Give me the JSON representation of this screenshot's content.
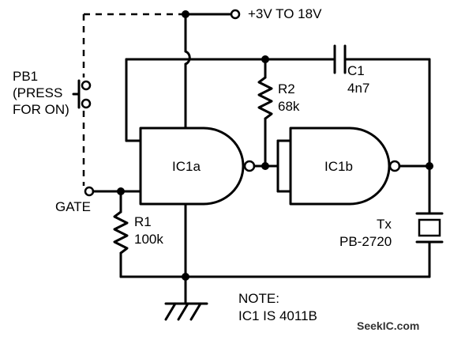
{
  "labels": {
    "supply": "+3V TO 18V",
    "pb1": "PB1",
    "pb1_l2": "(PRESS",
    "pb1_l3": "FOR ON)",
    "gate": "GATE",
    "r1_name": "R1",
    "r1_value": "100k",
    "r2_name": "R2",
    "r2_value": "68k",
    "c1_name": "C1",
    "c1_value": "4n7",
    "ic1a": "IC1a",
    "ic1b": "IC1b",
    "tx_name": "Tx",
    "tx_value": "PB-2720",
    "note_l1": "NOTE:",
    "note_l2": "IC1 IS 4011B"
  },
  "watermark": "SeekIC.com"
}
